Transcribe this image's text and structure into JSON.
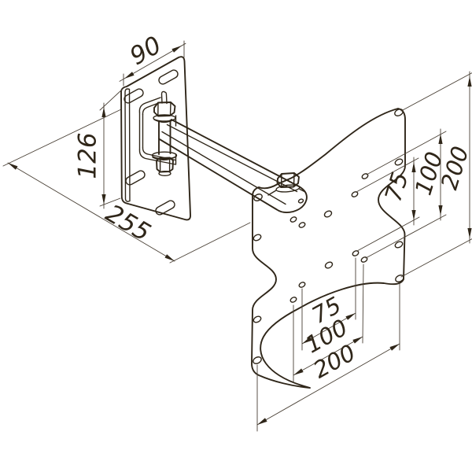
{
  "drawing": {
    "background": "#ffffff",
    "line_color": "#2f2619",
    "labels": {
      "wall_plate_width": "90",
      "wall_plate_height": "126",
      "arm_reach": "255",
      "vesa_vertical_75": "75",
      "vesa_vertical_100": "100",
      "vesa_vertical_200": "200",
      "vesa_horizontal_75": "75",
      "vesa_horizontal_100": "100",
      "vesa_horizontal_200": "200"
    }
  }
}
